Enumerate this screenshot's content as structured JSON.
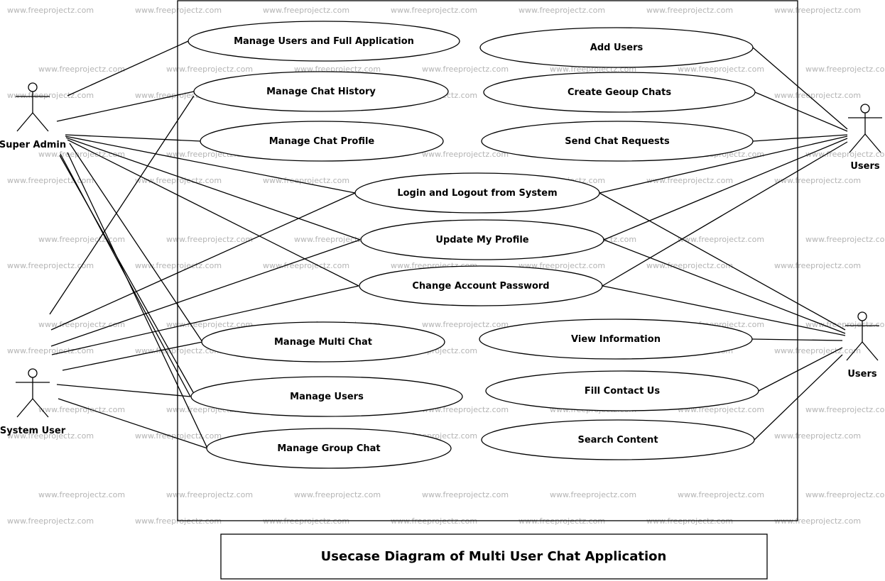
{
  "diagram": {
    "title": "Usecase Diagram of Multi User Chat Application",
    "watermark": "www.freeprojectz.com",
    "actors": [
      {
        "id": "super_admin",
        "label": "Super Admin"
      },
      {
        "id": "system_user",
        "label": "System User"
      },
      {
        "id": "users_top",
        "label": "Users"
      },
      {
        "id": "users_bottom",
        "label": "Users"
      }
    ],
    "use_cases": [
      {
        "id": "uc_manage_users_full",
        "label": "Manage Users and Full Application"
      },
      {
        "id": "uc_manage_chat_history",
        "label": "Manage Chat History"
      },
      {
        "id": "uc_manage_chat_profile",
        "label": "Manage Chat Profile"
      },
      {
        "id": "uc_add_users",
        "label": "Add Users"
      },
      {
        "id": "uc_create_group_chats",
        "label": "Create Geoup Chats"
      },
      {
        "id": "uc_send_chat_requests",
        "label": "Send Chat Requests"
      },
      {
        "id": "uc_login_logout",
        "label": "Login and Logout from System"
      },
      {
        "id": "uc_update_profile",
        "label": "Update My Profile"
      },
      {
        "id": "uc_change_password",
        "label": "Change Account Password"
      },
      {
        "id": "uc_manage_multi_chat",
        "label": "Manage Multi Chat"
      },
      {
        "id": "uc_manage_users",
        "label": "Manage Users"
      },
      {
        "id": "uc_manage_group_chat",
        "label": "Manage Group Chat"
      },
      {
        "id": "uc_view_information",
        "label": "View Information"
      },
      {
        "id": "uc_fill_contact",
        "label": "Fill Contact Us"
      },
      {
        "id": "uc_search_content",
        "label": "Search Content"
      }
    ],
    "associations": [
      [
        "super_admin",
        "uc_manage_users_full"
      ],
      [
        "super_admin",
        "uc_manage_chat_history"
      ],
      [
        "super_admin",
        "uc_manage_chat_profile"
      ],
      [
        "super_admin",
        "uc_login_logout"
      ],
      [
        "super_admin",
        "uc_update_profile"
      ],
      [
        "super_admin",
        "uc_change_password"
      ],
      [
        "super_admin",
        "uc_manage_multi_chat"
      ],
      [
        "super_admin",
        "uc_manage_users"
      ],
      [
        "super_admin",
        "uc_manage_group_chat"
      ],
      [
        "system_user",
        "uc_manage_chat_history"
      ],
      [
        "system_user",
        "uc_login_logout"
      ],
      [
        "system_user",
        "uc_update_profile"
      ],
      [
        "system_user",
        "uc_change_password"
      ],
      [
        "system_user",
        "uc_manage_multi_chat"
      ],
      [
        "system_user",
        "uc_manage_users"
      ],
      [
        "system_user",
        "uc_manage_group_chat"
      ],
      [
        "users_top",
        "uc_add_users"
      ],
      [
        "users_top",
        "uc_create_group_chats"
      ],
      [
        "users_top",
        "uc_send_chat_requests"
      ],
      [
        "users_top",
        "uc_login_logout"
      ],
      [
        "users_top",
        "uc_update_profile"
      ],
      [
        "users_top",
        "uc_change_password"
      ],
      [
        "users_bottom",
        "uc_login_logout"
      ],
      [
        "users_bottom",
        "uc_update_profile"
      ],
      [
        "users_bottom",
        "uc_change_password"
      ],
      [
        "users_bottom",
        "uc_view_information"
      ],
      [
        "users_bottom",
        "uc_fill_contact"
      ],
      [
        "users_bottom",
        "uc_search_content"
      ]
    ]
  }
}
